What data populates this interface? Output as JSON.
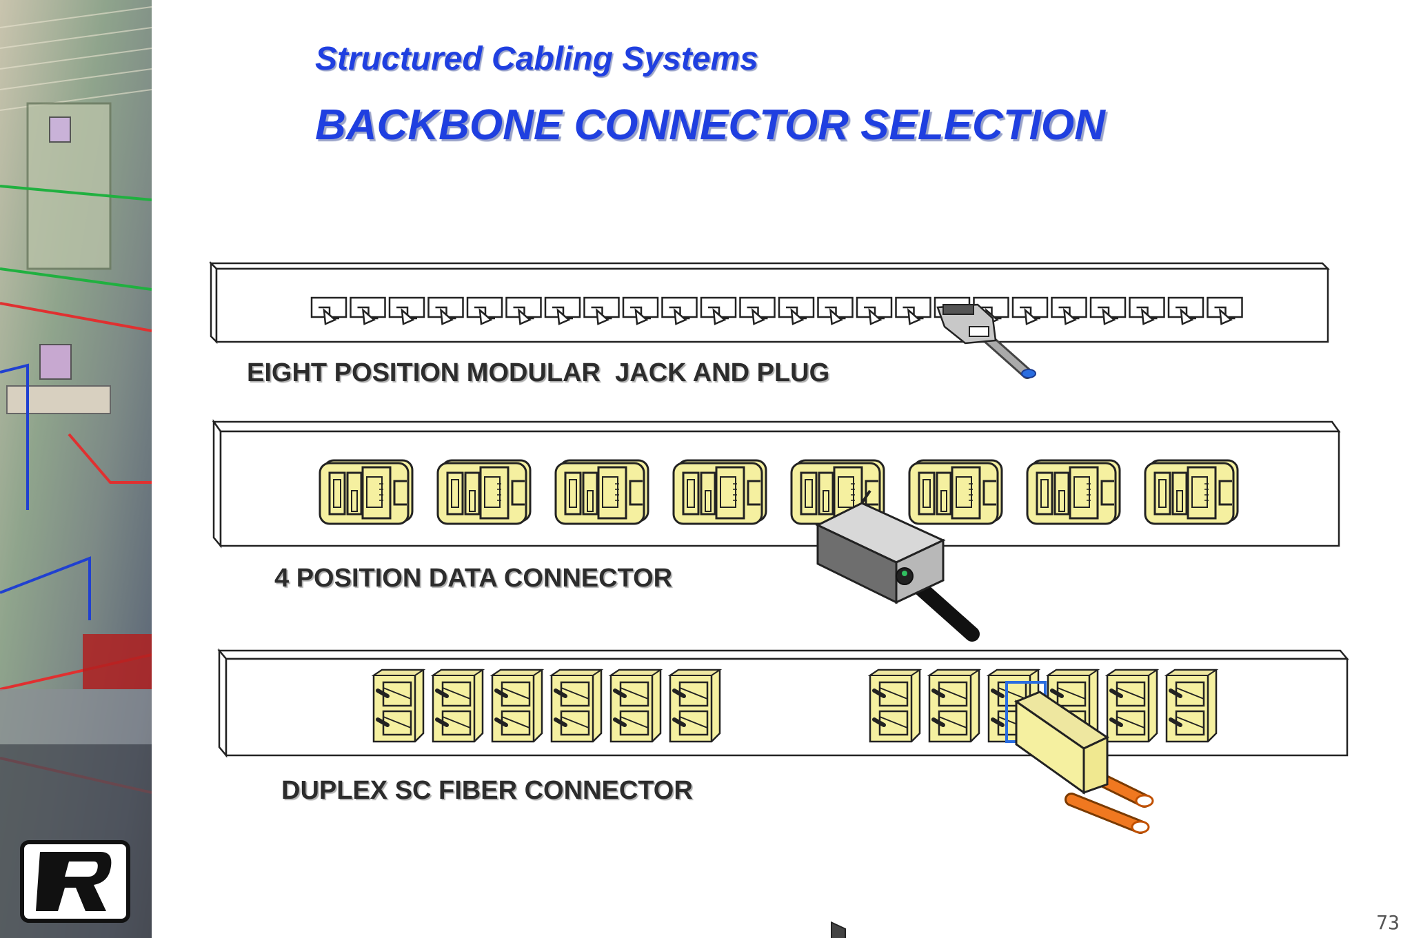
{
  "header": {
    "subtitle": "Structured Cabling Systems",
    "title": "BACKBONE CONNECTOR SELECTION"
  },
  "panels": [
    {
      "label": "EIGHT POSITION MODULAR  JACK AND PLUG",
      "port_count": 24,
      "plug_port_index": 16
    },
    {
      "label": "4 POSITION DATA CONNECTOR",
      "port_count": 8,
      "plug_port_index": 4
    },
    {
      "label": "DUPLEX SC FIBER CONNECTOR",
      "port_groups": [
        6,
        6
      ],
      "plug_port_index": 8
    }
  ],
  "page_number": "73",
  "colors": {
    "title": "#1f3fe0",
    "connector_fill": "#f5f0a0",
    "fiber_cable": "#f07820",
    "rj45_cable": "#2a6de0"
  },
  "icons": {
    "logo": "r-logo-icon"
  }
}
